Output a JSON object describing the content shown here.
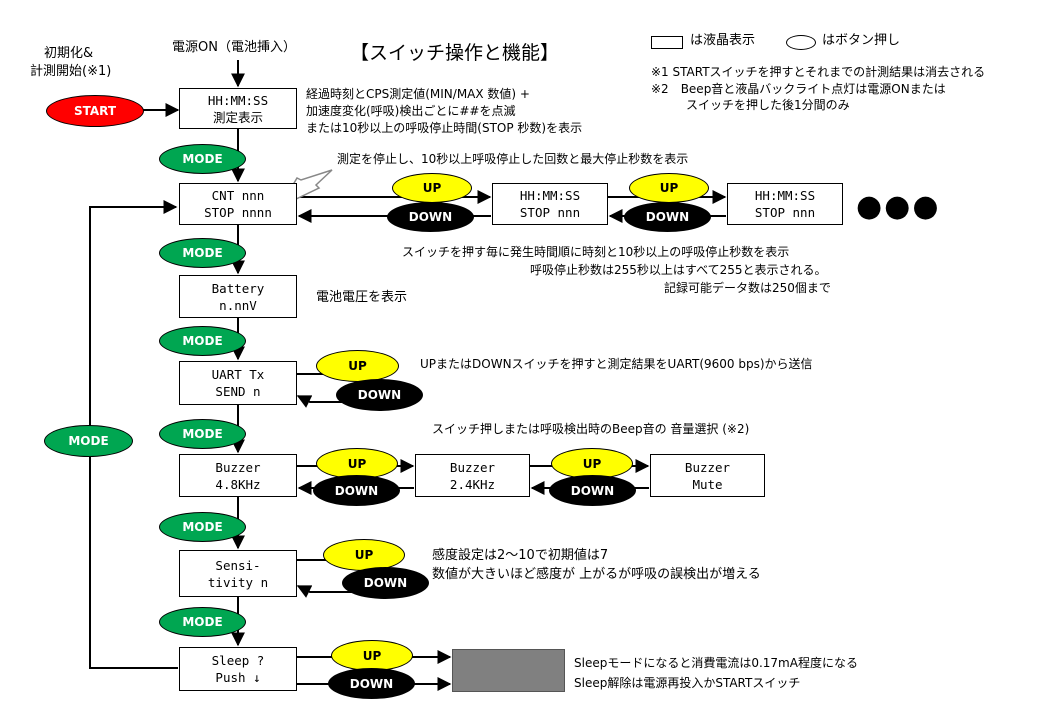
{
  "title": "【スイッチ操作と機能】",
  "legend": {
    "lcd_label": "は液晶表示",
    "button_label": "はボタン押し"
  },
  "footnotes": {
    "note1": "※1 STARTスイッチを押すとそれまでの計測結果は消去される",
    "note2_line1": "※2　Beep音と液晶バックライト点灯は電源ONまたは",
    "note2_line2": "スイッチを押した後1分間のみ"
  },
  "labels": {
    "init_line1": "初期化&",
    "init_line2": "計測開始(※1)",
    "power_on": "電源ON（電池挿入）"
  },
  "buttons": {
    "start": "START",
    "mode": "MODE",
    "up": "UP",
    "down": "DOWN"
  },
  "lcd": {
    "measure": [
      "HH:MM:SS",
      "測定表示"
    ],
    "cnt": [
      "CNT nnn",
      "STOP nnnn"
    ],
    "hist1": [
      "HH:MM:SS",
      "STOP nnn"
    ],
    "hist2": [
      "HH:MM:SS",
      "STOP nnn"
    ],
    "battery": [
      "Battery",
      "n.nnV"
    ],
    "uart": [
      "UART Tx",
      "SEND n"
    ],
    "buzzer1": [
      "Buzzer",
      "4.8KHz"
    ],
    "buzzer2": [
      "Buzzer",
      "2.4KHz"
    ],
    "buzzer3": [
      "Buzzer",
      "Mute"
    ],
    "sens": [
      "Sensi-",
      "tivity n"
    ],
    "sleep": [
      "Sleep ?",
      "Push ↓"
    ]
  },
  "continuation": "●●●",
  "notes": {
    "measure_1": "経過時刻とCPS測定値(MIN/MAX 数値) +",
    "measure_2": "加速度変化(呼吸)検出ごとに##を点滅",
    "measure_3": "または10秒以上の呼吸停止時間(STOP 秒数)を表示",
    "stop_info": "測定を停止し、10秒以上呼吸停止した回数と最大停止秒数を表示",
    "history_1": "スイッチを押す毎に発生時間順に時刻と10秒以上の呼吸停止秒数を表示",
    "history_2": "呼吸停止秒数は255秒以上はすべて255と表示される。",
    "history_3": "記録可能データ数は250個まで",
    "battery": "電池電圧を表示",
    "uart": "UPまたはDOWNスイッチを押すと測定結果をUART(9600 bps)から送信",
    "buzzer": "スイッチ押しまたは呼吸検出時のBeep音の 音量選択 (※2)",
    "sens_1": "感度設定は2～10で初期値は7",
    "sens_2": "数値が大きいほど感度が 上がるが呼吸の誤検出が増える",
    "sleep_1": "Sleepモードになると消費電流は0.17mA程度になる",
    "sleep_2": "Sleep解除は電源再投入かSTARTスイッチ"
  }
}
